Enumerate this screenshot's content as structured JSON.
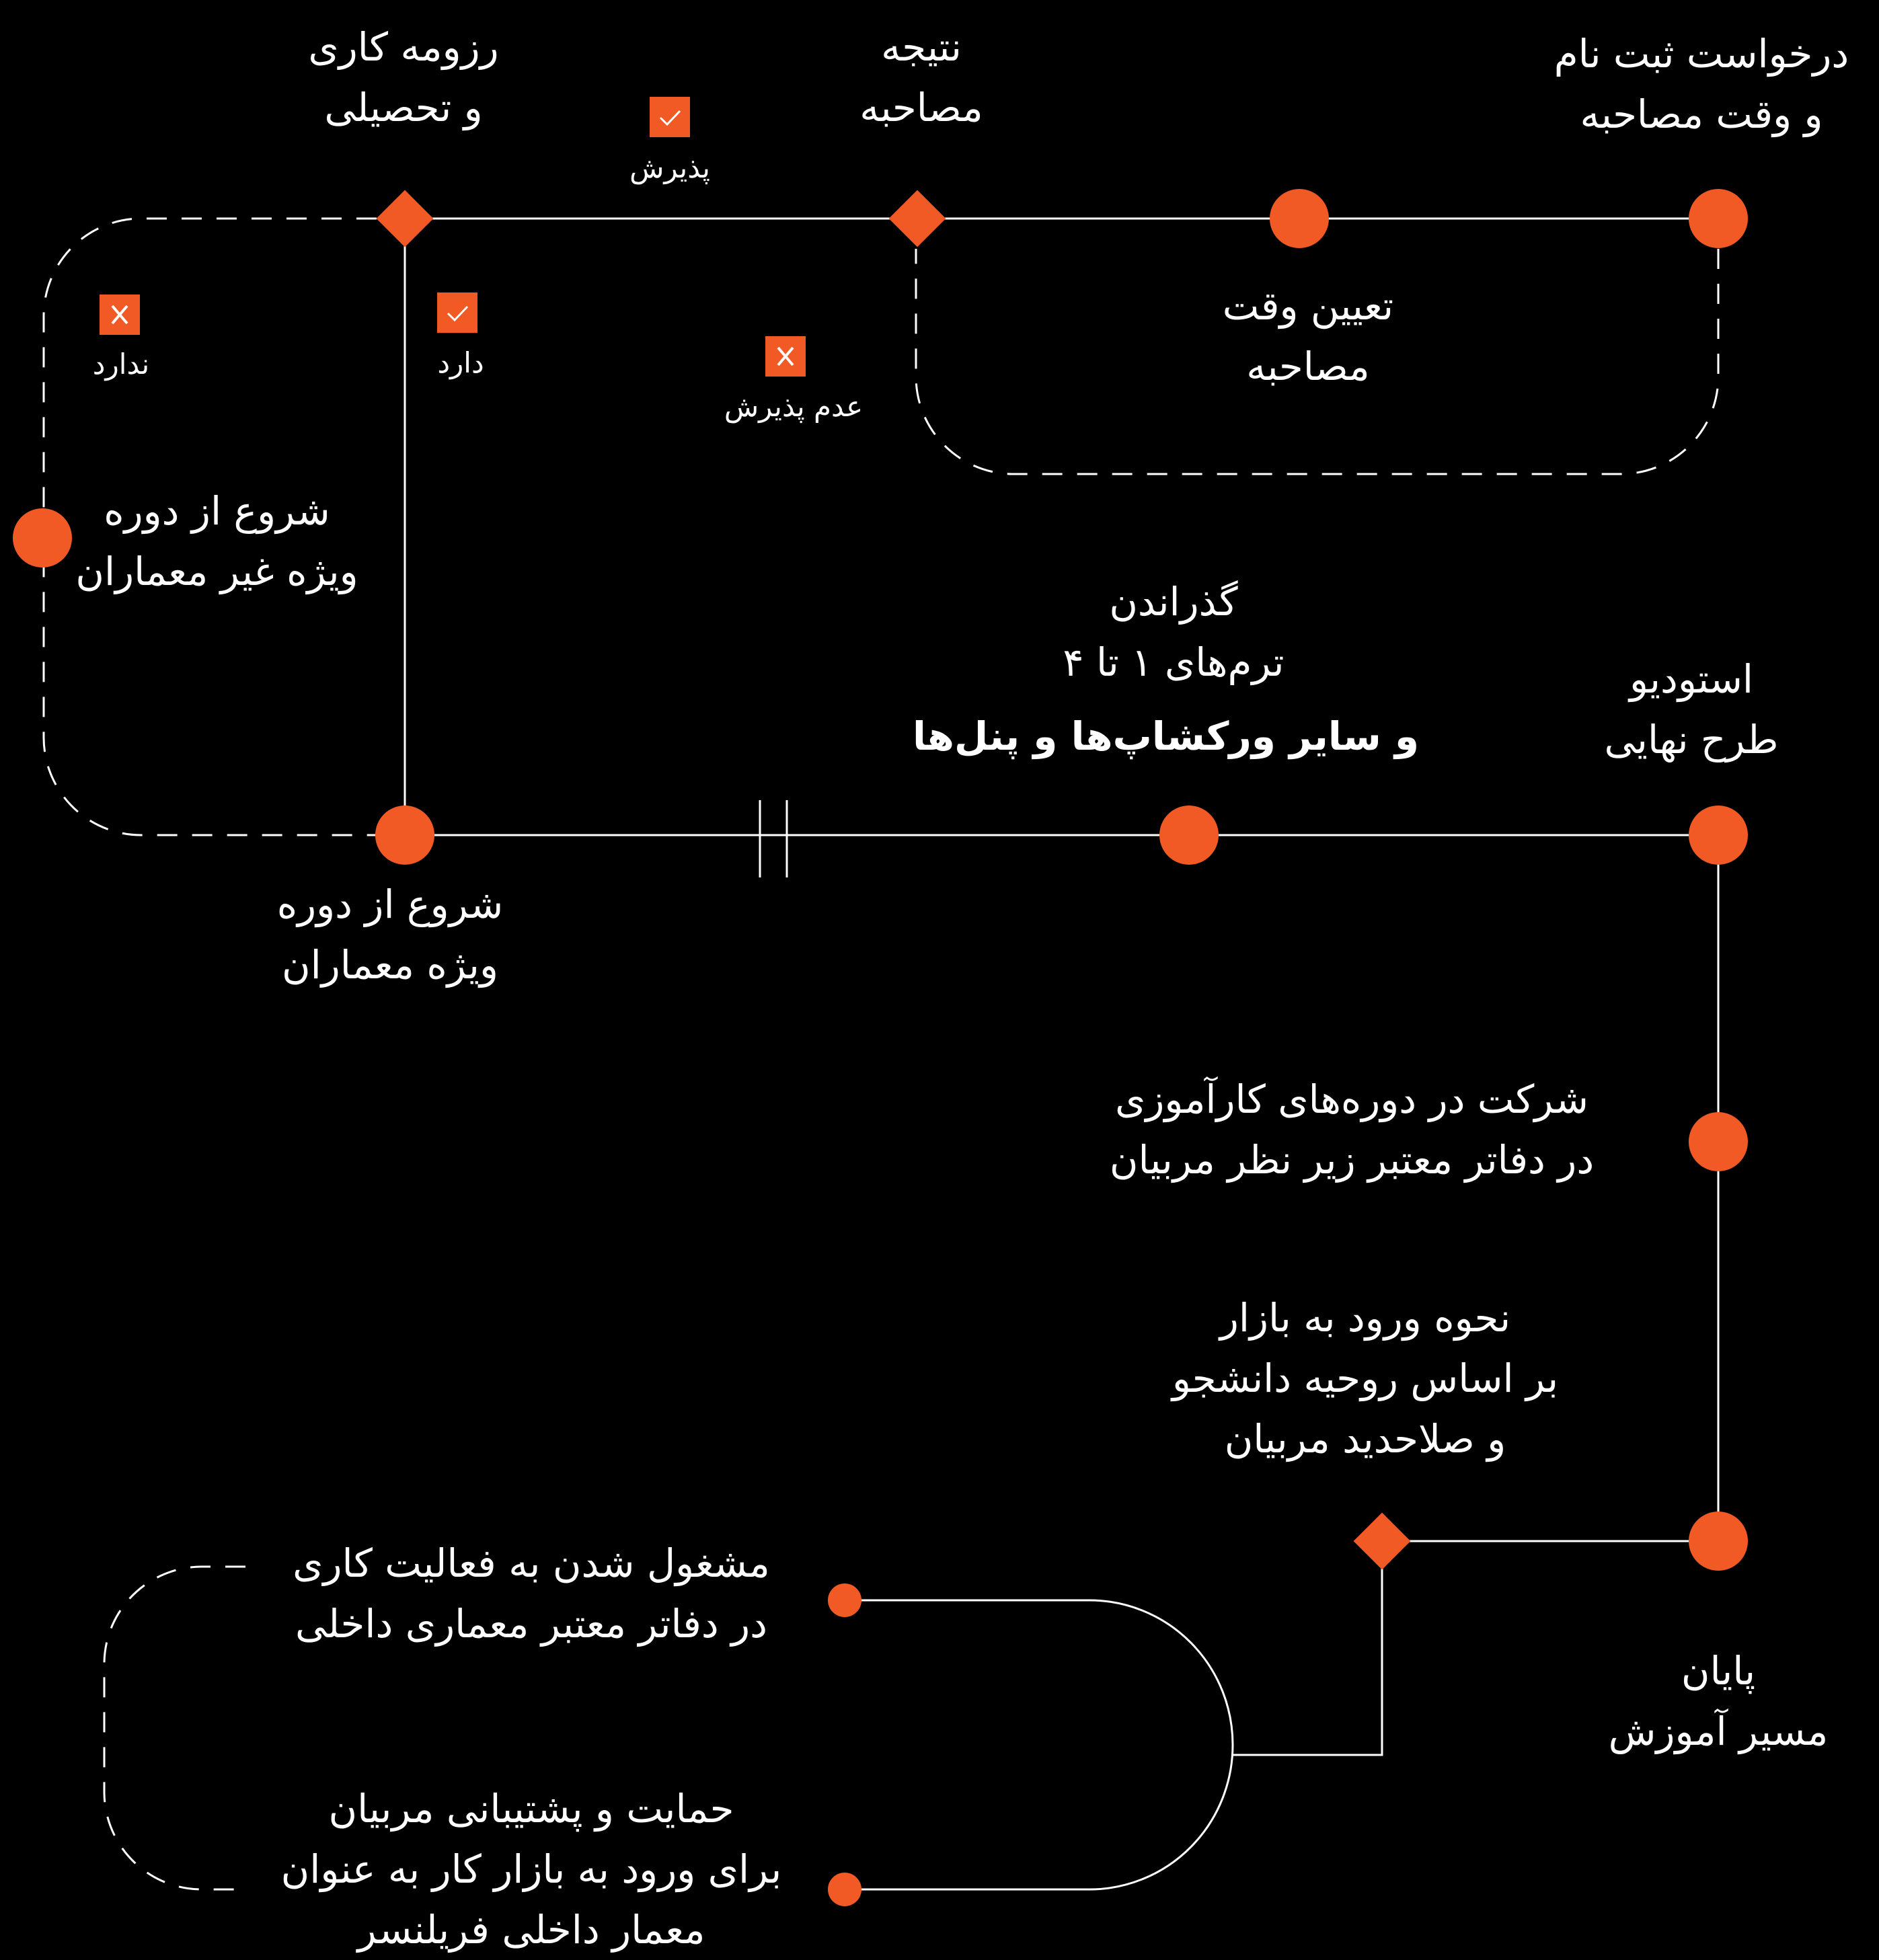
{
  "colors": {
    "background": "#000000",
    "accent": "#F15A24",
    "line": "#FFFFFF"
  },
  "nodes": {
    "registration": [
      "درخواست ثبت نام",
      "و وقت مصاحبه"
    ],
    "schedule": [
      "تعیین وقت",
      "مصاحبه"
    ],
    "interview_result": [
      "نتیجه",
      "مصاحبه"
    ],
    "resume": [
      "رزومه کاری",
      "و تحصیلی"
    ],
    "non_architects": [
      "شروع از دوره",
      "ویژه غیر معماران"
    ],
    "architects": [
      "شروع از دوره",
      "ویژه معماران"
    ],
    "terms": [
      "گذراندن",
      "ترم‌های ۱ تا ۴"
    ],
    "terms_bold": "و سایر ورکشاپ‌ها و پنل‌ها",
    "final_studio": [
      "استودیو",
      "طرح نهایی"
    ],
    "internship": [
      "شرکت در دوره‌های کارآموزی",
      "در دفاتر معتبر زیر نظر مربیان"
    ],
    "market_entry": [
      "نحوه ورود به بازار",
      "بر اساس روحیه دانشجو",
      "و صلاحدید مربیان"
    ],
    "end": [
      "پایان",
      "مسیر آموزش"
    ],
    "employment": [
      "مشغول شدن به فعالیت کاری",
      "در دفاتر معتبر معماری داخلی"
    ],
    "freelance": [
      "حمایت و پشتیبانی مربیان",
      "برای ورود به بازار کار به عنوان",
      "معمار داخلی فریلنسر"
    ]
  },
  "statuses": {
    "accepted": "پذیرش",
    "rejected": "عدم پذیرش",
    "has": "دارد",
    "has_not": "ندارد"
  },
  "icons": {
    "check": "check-icon",
    "cross": "cross-icon"
  }
}
